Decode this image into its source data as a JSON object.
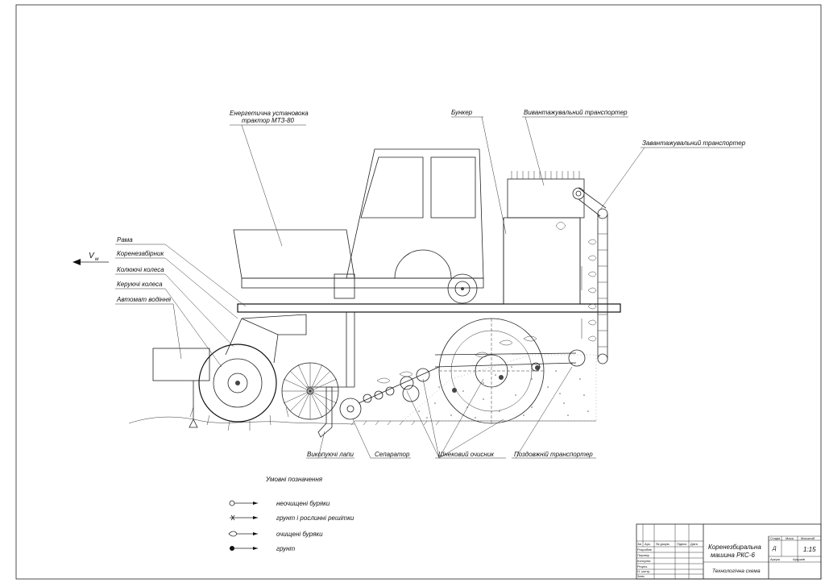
{
  "drawing": {
    "velocity_symbol": "V",
    "velocity_subscript": "м",
    "labels": {
      "power_unit_line1": "Енергетична установока",
      "power_unit_line2": "трактор МТЗ-80",
      "bunker": "Бункер",
      "unloading_conveyor": "Вивантажувальний транспортер",
      "loading_conveyor": "Завантажувальний транспортер",
      "frame": "Рама",
      "root_picker": "Коренезабірник",
      "gauge_wheels": "Колюючі колеса",
      "steering_wheels": "Керуючі колеса",
      "autopilot": "Автомат водіння",
      "digging_paws": "Викопуючі лапи",
      "separator": "Сепаратор",
      "auger_cleaner": "Шнековий очисник",
      "longitudinal_conveyor": "Поздовжній транспортер"
    }
  },
  "legend": {
    "title": "Умовні позначення",
    "items": [
      {
        "symbol": "unclean-beets-symbol",
        "label": "неочищені буряки"
      },
      {
        "symbol": "soil-residue-symbol",
        "label": "грунт і рослинні решітки"
      },
      {
        "symbol": "clean-beets-symbol",
        "label": "очищені буряки"
      },
      {
        "symbol": "soil-symbol",
        "label": "грунт"
      }
    ]
  },
  "title_block": {
    "headers": {
      "change": "Зм",
      "sheet": "Арк.",
      "doc_no": "№ докум.",
      "signature": "Підпис",
      "date": "Дата"
    },
    "roles": [
      "Розробив",
      "Перевір",
      "Консульт.",
      "Рецінз.",
      "Н. контр.",
      "Затв."
    ],
    "title_line1": "Коренезбиральна",
    "title_line2": "машина РКС-6",
    "subtitle": "Технологічна схема",
    "stage_label": "Стадія",
    "mass_label": "Маса",
    "scale_label": "Масштаб",
    "stage_value": "Д",
    "scale_value": "1:15",
    "sheet_label": "Аркуш",
    "sheets_label": "Аркушів"
  }
}
